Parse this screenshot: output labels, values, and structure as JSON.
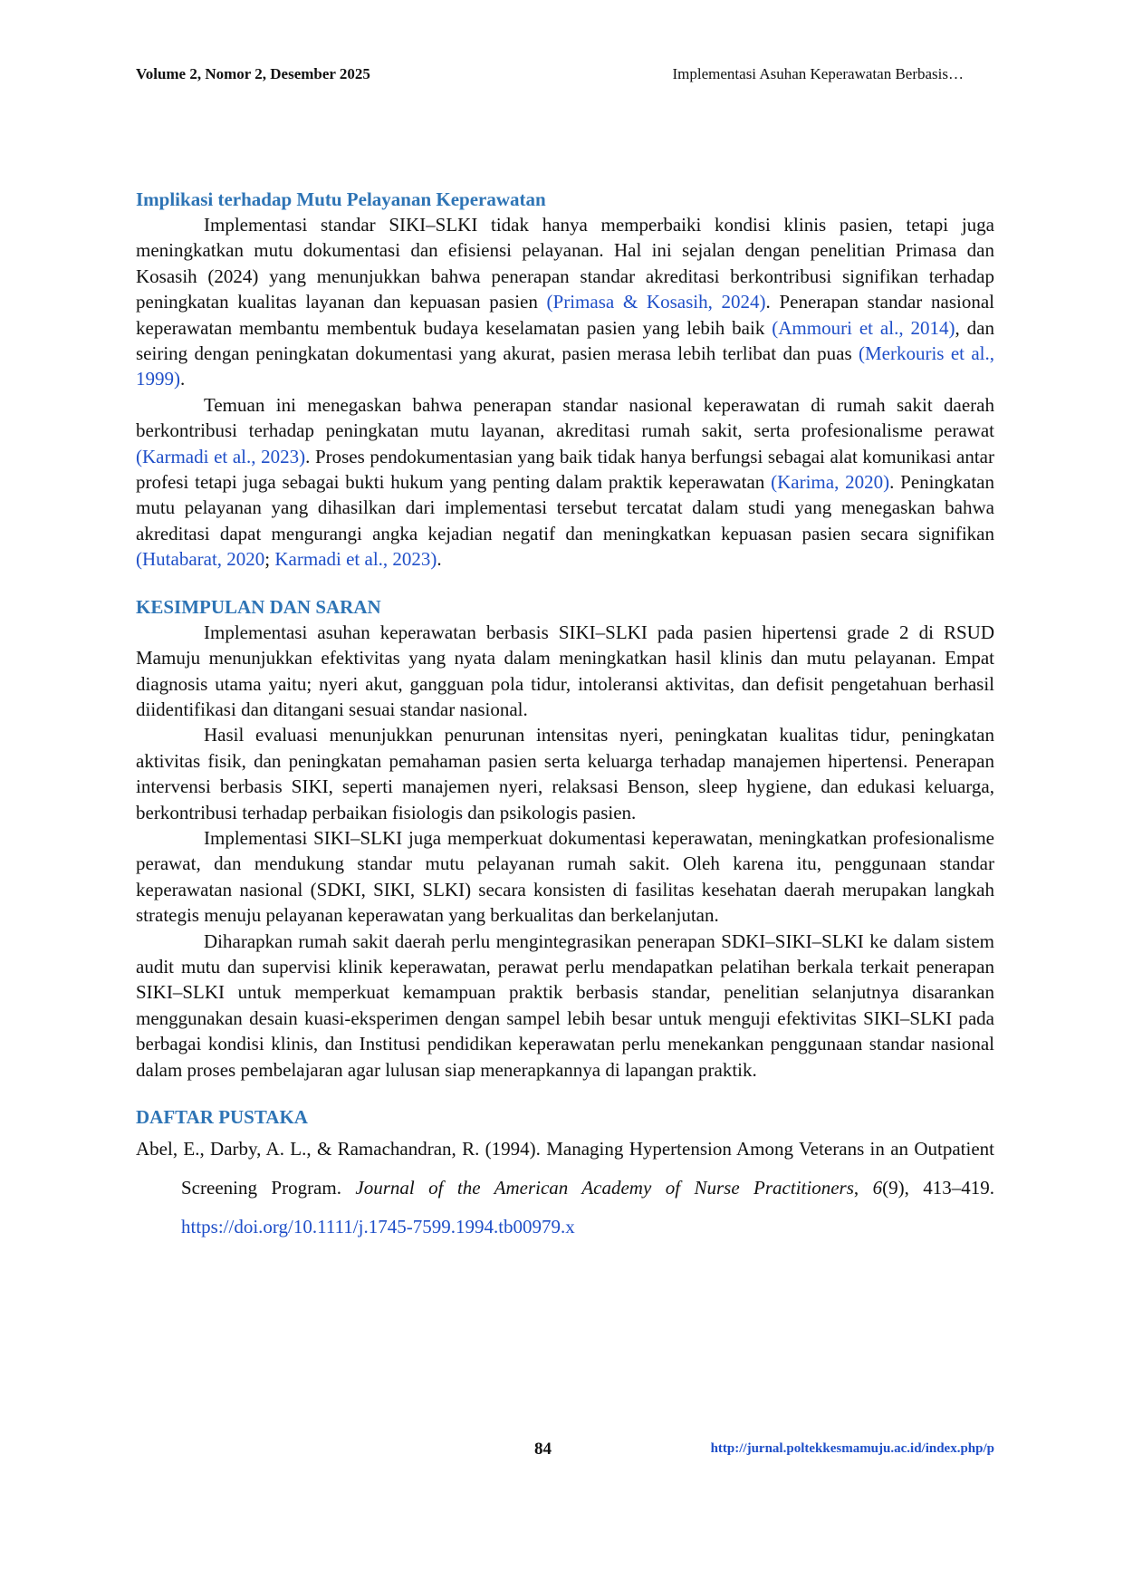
{
  "header": {
    "journal_issue": "Volume 2, Nomor 2, Desember 2025",
    "running_title": "Implementasi Asuhan Keperawatan Berbasis…"
  },
  "section_implikasi": {
    "title": "Implikasi terhadap Mutu Pelayanan Keperawatan",
    "p1": {
      "t1": "Implementasi standar SIKI–SLKI tidak hanya memperbaiki kondisi klinis pasien, tetapi juga meningkatkan mutu dokumentasi dan efisiensi pelayanan. Hal ini sejalan dengan penelitian Primasa dan Kosasih (2024) yang menunjukkan bahwa penerapan standar akreditasi berkontribusi signifikan terhadap peningkatan kualitas layanan dan kepuasan pasien ",
      "c1": "(Primasa & Kosasih, 2024)",
      "t2": ". Penerapan standar nasional keperawatan membantu membentuk budaya keselamatan pasien yang lebih baik ",
      "c2": "(Ammouri et al., 2014)",
      "t3": ", dan seiring dengan peningkatan dokumentasi yang akurat, pasien merasa lebih terlibat dan puas ",
      "c3": "(Merkouris et al., 1999)",
      "t4": "."
    },
    "p2": {
      "t1": "Temuan ini menegaskan bahwa penerapan standar nasional keperawatan di rumah sakit daerah berkontribusi terhadap peningkatan mutu layanan, akreditasi rumah sakit, serta profesionalisme perawat ",
      "c1": "(Karmadi et al., 2023)",
      "t2": ". Proses pendokumentasian yang baik tidak hanya berfungsi sebagai alat komunikasi antar profesi tetapi juga sebagai bukti hukum yang penting dalam praktik keperawatan ",
      "c2": "(Karima, 2020)",
      "t3": ". Peningkatan mutu pelayanan yang dihasilkan dari implementasi tersebut tercatat dalam studi yang menegaskan bahwa akreditasi dapat mengurangi angka kejadian negatif dan meningkatkan kepuasan pasien secara signifikan ",
      "c3": "(Hutabarat, 2020",
      "t4": "; ",
      "c4": "Karmadi et al., 2023)",
      "t5": "."
    }
  },
  "section_kesimpulan": {
    "title": "KESIMPULAN DAN SARAN",
    "p1": "Implementasi asuhan keperawatan berbasis SIKI–SLKI pada pasien hipertensi grade 2 di RSUD Mamuju menunjukkan efektivitas yang nyata dalam meningkatkan hasil klinis dan mutu pelayanan. Empat diagnosis utama yaitu; nyeri akut, gangguan pola tidur, intoleransi aktivitas, dan defisit pengetahuan berhasil diidentifikasi dan ditangani sesuai standar nasional.",
    "p2": "Hasil evaluasi menunjukkan penurunan intensitas nyeri, peningkatan kualitas tidur, peningkatan aktivitas fisik, dan peningkatan pemahaman pasien serta keluarga terhadap manajemen hipertensi. Penerapan intervensi berbasis SIKI, seperti manajemen nyeri, relaksasi Benson, sleep hygiene, dan edukasi keluarga, berkontribusi terhadap perbaikan fisiologis dan psikologis pasien.",
    "p3": "Implementasi SIKI–SLKI juga memperkuat dokumentasi keperawatan, meningkatkan profesionalisme perawat, dan mendukung standar mutu pelayanan rumah sakit. Oleh karena itu, penggunaan standar keperawatan nasional (SDKI, SIKI, SLKI) secara konsisten di fasilitas kesehatan daerah merupakan langkah strategis menuju pelayanan keperawatan yang berkualitas dan berkelanjutan.",
    "p4": "Diharapkan rumah sakit daerah perlu mengintegrasikan penerapan SDKI–SIKI–SLKI ke dalam sistem audit mutu dan supervisi klinik keperawatan, perawat perlu mendapatkan pelatihan berkala terkait penerapan SIKI–SLKI untuk memperkuat kemampuan praktik berbasis standar, penelitian selanjutnya disarankan menggunakan desain kuasi-eksperimen dengan sampel lebih besar untuk menguji efektivitas SIKI–SLKI pada berbagai kondisi klinis, dan Institusi pendidikan keperawatan perlu menekankan penggunaan standar nasional dalam proses pembelajaran agar lulusan siap menerapkannya di lapangan praktik."
  },
  "section_daftar": {
    "title": "DAFTAR PUSTAKA",
    "ref1": {
      "authors_title": "Abel, E., Darby, A. L., & Ramachandran, R. (1994). Managing Hypertension Among Veterans in an Outpatient Screening Program. ",
      "journal": "Journal of the American Academy of Nurse Practitioners",
      "sep1": ", ",
      "volume": "6",
      "rest": "(9), 413–419. ",
      "doi": "https://doi.org/10.1111/j.1745-7599.1994.tb00979.x"
    }
  },
  "footer": {
    "page_number": "84",
    "url": "http://jurnal.poltekkesmamuju.ac.id/index.php/p"
  }
}
